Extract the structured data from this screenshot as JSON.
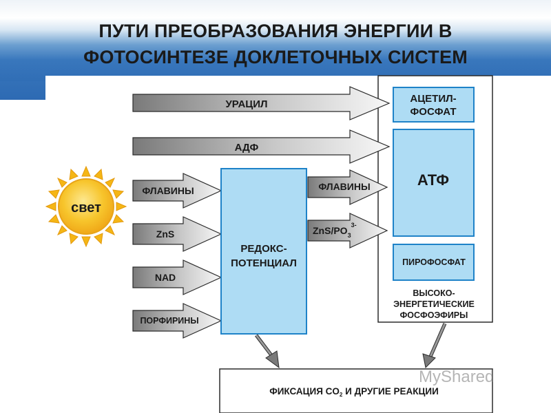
{
  "title": {
    "line1": "ПУТИ ПРЕОБРАЗОВАНИЯ ЭНЕРГИИ В",
    "line2": "ФОТОСИНТЕЗЕ ДОКЛЕТОЧНЫХ СИСТЕМ"
  },
  "sun": {
    "label": "свет"
  },
  "long_arrows": {
    "uracil": "УРАЦИЛ",
    "adp": "АДФ"
  },
  "left_arrows": {
    "flavins": "ФЛАВИНЫ",
    "zns": "ZnS",
    "nad": "NAD",
    "porphyrins": "ПОРФИРИНЫ"
  },
  "redox": {
    "line1": "РЕДОКС-",
    "line2": "ПОТЕНЦИАЛ"
  },
  "right_arrows": {
    "flavins": "ФЛАВИНЫ",
    "znspo": {
      "main": "ZnS/PO",
      "sub": "3",
      "sup": "3-"
    }
  },
  "phosphoesters": {
    "acetyl_line1": "АЦЕТИЛ-",
    "acetyl_line2": "ФОСФАТ",
    "atp": "АТФ",
    "pyrophosphate": "ПИРОФОСФАТ",
    "caption_line1": "ВЫСОКО-",
    "caption_line2": "ЭНЕРГЕТИЧЕСКИЕ",
    "caption_line3": "ФОСФОЭФИРЫ"
  },
  "fixation": {
    "main": "ФИКСАЦИЯ CO",
    "sub": "2",
    "rest": " И ДРУГИЕ РЕАКЦИИ"
  },
  "watermark": "MyShared",
  "colors": {
    "blue_box_fill": "#aedcf4",
    "blue_box_border": "#1e82c8",
    "arrow_dark": "#8a8a8a",
    "arrow_light": "#f2f2f2",
    "sun_core": "#f7c02a",
    "sun_rays": "#f5b615",
    "header_blue": "#2d6ab3"
  }
}
